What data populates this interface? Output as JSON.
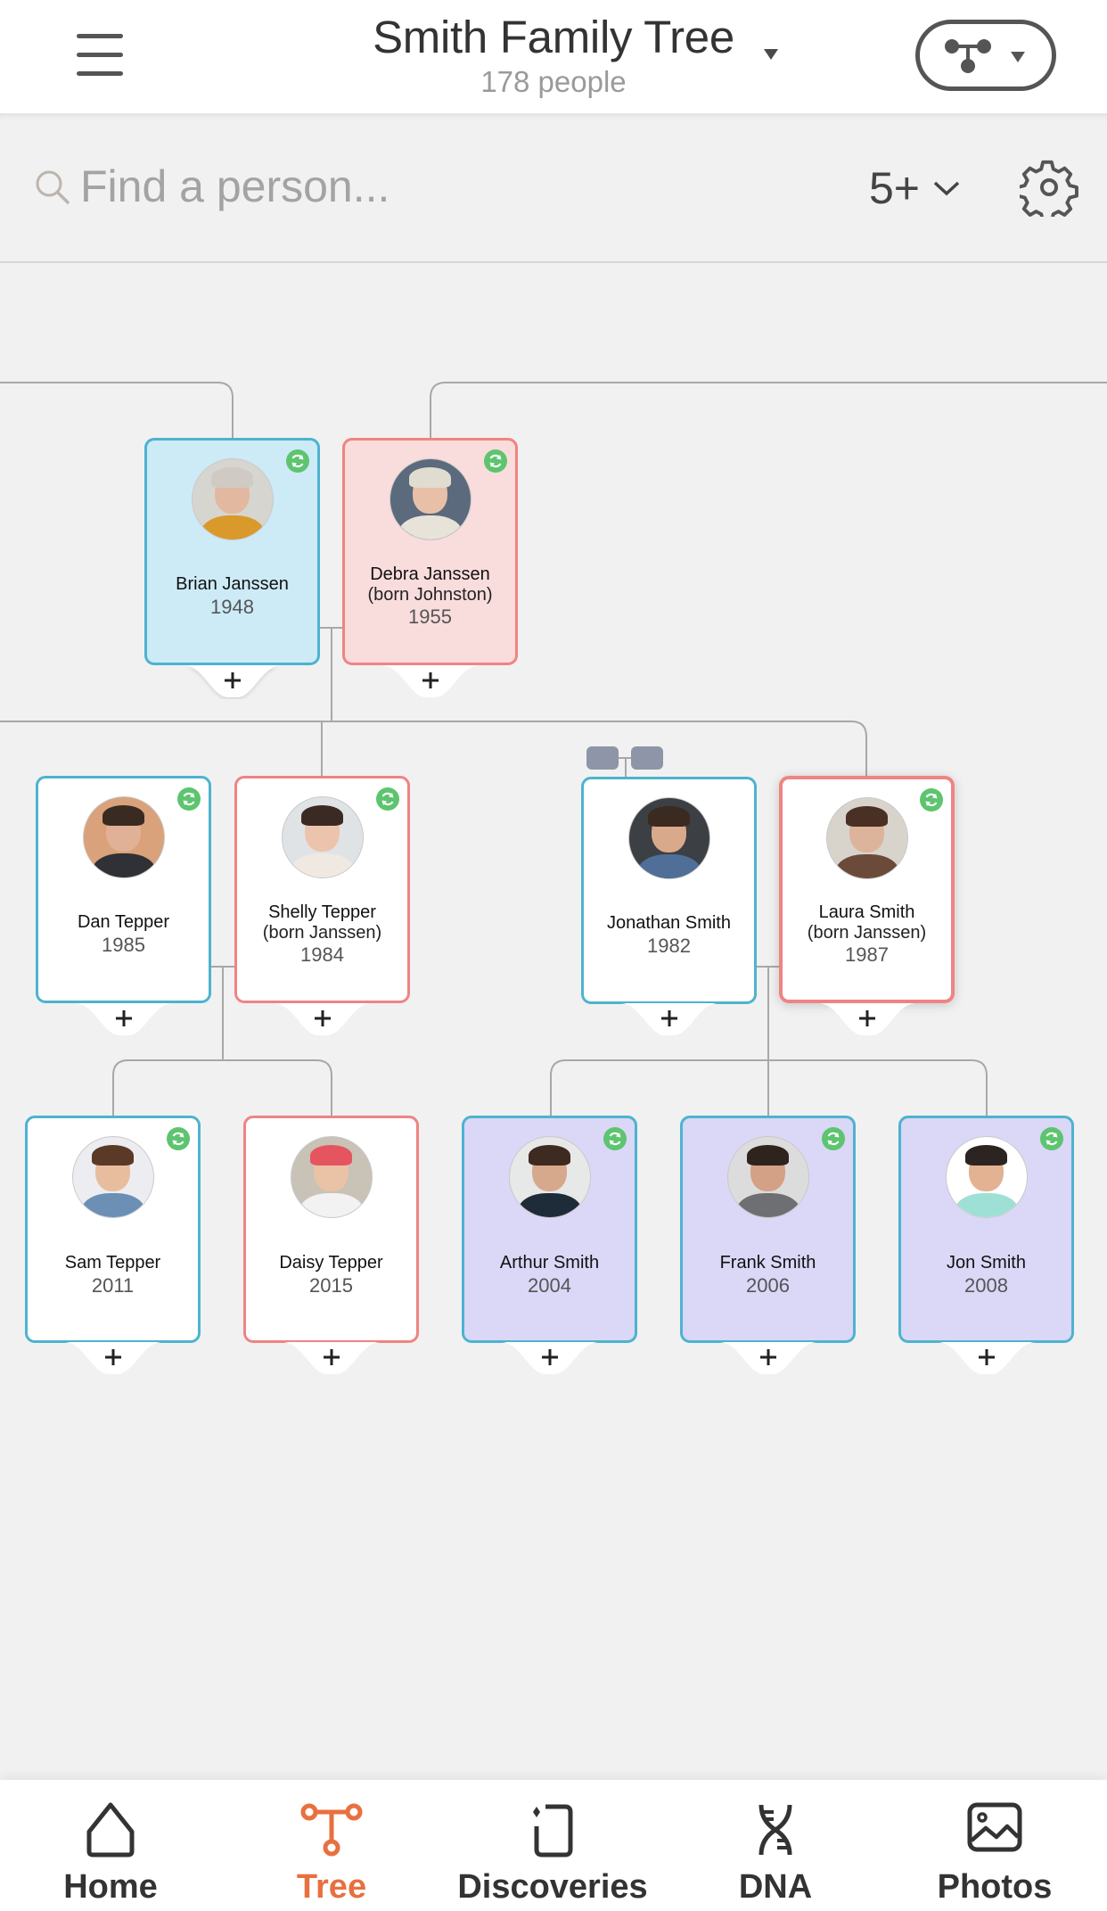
{
  "header": {
    "title": "Smith Family Tree",
    "subtitle": "178 people",
    "menu_icon": "hamburger-menu-icon",
    "view_switch_icon": "tree-view-icon"
  },
  "search": {
    "placeholder": "Find a person...",
    "value": "",
    "generations_value": "5+",
    "settings_icon": "gear-icon"
  },
  "colors": {
    "male_border": "#4db3cf",
    "female_border": "#ef8482",
    "sync_badge": "#5dc46f",
    "accent": "#e87040",
    "line": "#a8a8a8"
  },
  "tree": {
    "generation1": [
      {
        "name": "Brian Janssen",
        "born_name": "",
        "year": "1948",
        "gender": "male",
        "sync": true
      },
      {
        "name": "Debra Janssen",
        "born_name": "(born Johnston)",
        "year": "1955",
        "gender": "female",
        "sync": true
      }
    ],
    "generation2": [
      {
        "name": "Dan Tepper",
        "born_name": "",
        "year": "1985",
        "gender": "male",
        "sync": true
      },
      {
        "name": "Shelly Tepper",
        "born_name": "(born Janssen)",
        "year": "1984",
        "gender": "female",
        "sync": true
      },
      {
        "name": "Jonathan Smith",
        "born_name": "",
        "year": "1982",
        "gender": "male",
        "sync": false
      },
      {
        "name": "Laura Smith",
        "born_name": "(born Janssen)",
        "year": "1987",
        "gender": "female",
        "sync": true,
        "selected": true
      }
    ],
    "generation3": [
      {
        "name": "Sam Tepper",
        "born_name": "",
        "year": "2011",
        "gender": "male",
        "sync": true
      },
      {
        "name": "Daisy Tepper",
        "born_name": "",
        "year": "2015",
        "gender": "female",
        "sync": false
      },
      {
        "name": "Arthur Smith",
        "born_name": "",
        "year": "2004",
        "gender": "male",
        "sync": true
      },
      {
        "name": "Frank Smith",
        "born_name": "",
        "year": "2006",
        "gender": "male",
        "sync": true
      },
      {
        "name": "Jon Smith",
        "born_name": "",
        "year": "2008",
        "gender": "male",
        "sync": true
      }
    ],
    "add_label": "+"
  },
  "bottom_nav": {
    "items": [
      {
        "label": "Home",
        "icon": "home-icon",
        "active": false
      },
      {
        "label": "Tree",
        "icon": "tree-icon",
        "active": true
      },
      {
        "label": "Discoveries",
        "icon": "discoveries-icon",
        "active": false
      },
      {
        "label": "DNA",
        "icon": "dna-icon",
        "active": false
      },
      {
        "label": "Photos",
        "icon": "photos-icon",
        "active": false
      }
    ]
  }
}
